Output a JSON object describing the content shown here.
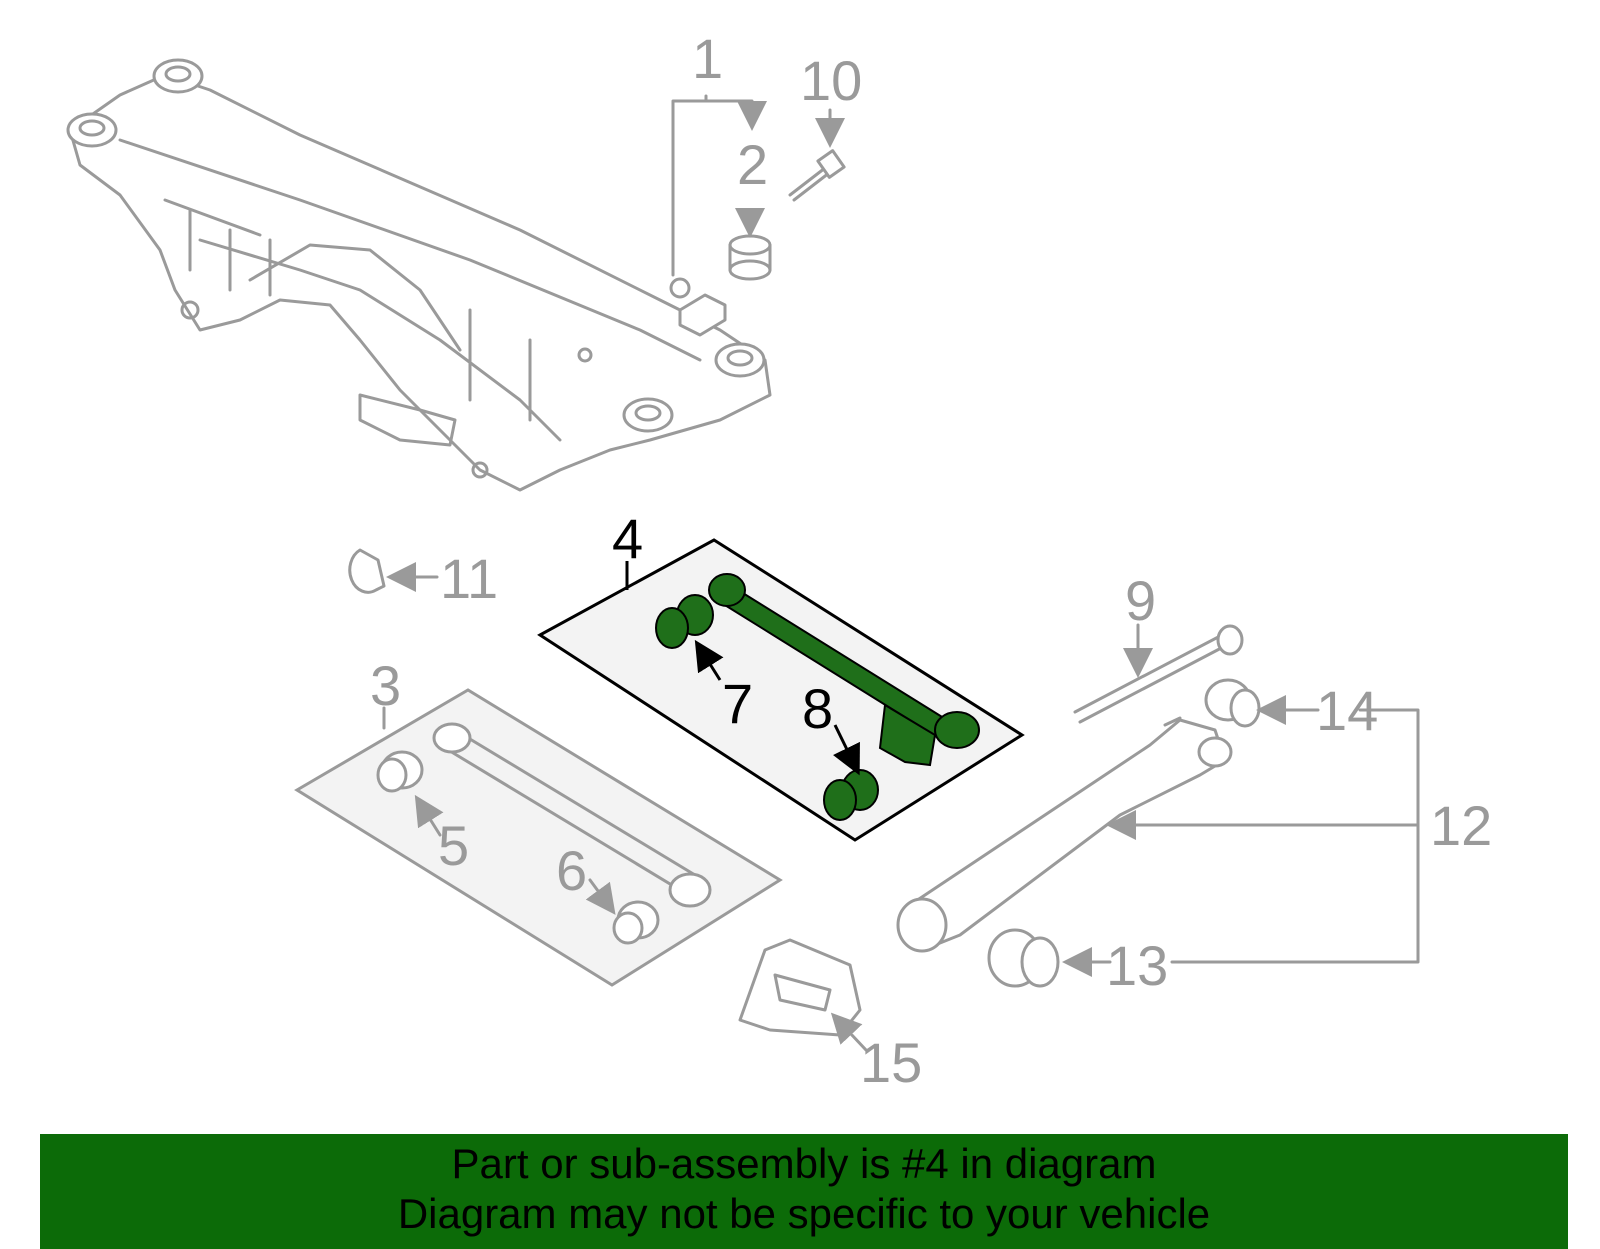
{
  "callouts": {
    "c1": "1",
    "c2": "2",
    "c3": "3",
    "c4": "4",
    "c5": "5",
    "c6": "6",
    "c7": "7",
    "c8": "8",
    "c9": "9",
    "c10": "10",
    "c11": "11",
    "c12": "12",
    "c13": "13",
    "c14": "14",
    "c15": "15"
  },
  "banner": {
    "line1": "Part or sub-assembly is #4 in diagram",
    "line2": "Diagram may not be specific to your vehicle"
  },
  "colors": {
    "highlight_part": "#1f6f1a",
    "banner_bg": "#0c6b08",
    "line_gray": "#9a9a9a"
  }
}
